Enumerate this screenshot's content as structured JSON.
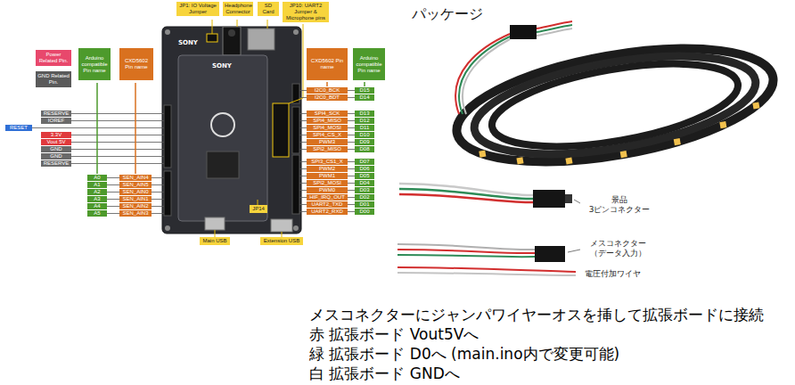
{
  "diagram": {
    "nodes": [
      {
        "text": [
          "JP1: IO Voltage Jumper"
        ]
      },
      {
        "text": [
          "Headphone Connector"
        ]
      },
      {
        "text": [
          "SD Card"
        ]
      },
      {
        "text": [
          "JP10: UART2 Jumper & Microphone pins"
        ]
      },
      {
        "text": [
          "Power Related Pin."
        ]
      },
      {
        "text": [
          "GND Related Pin."
        ]
      },
      {
        "text": [
          "Arduino compatible Pin name"
        ]
      },
      {
        "text": [
          "CXD5602 Pin name"
        ]
      },
      {
        "text": [
          "CXD5602 Pin name"
        ]
      },
      {
        "text": [
          "Arduino compatible Pin name"
        ]
      },
      {
        "text": [
          "RESERVE"
        ]
      },
      {
        "text": [
          "IOREF"
        ]
      },
      {
        "text": [
          "RESET"
        ]
      },
      {
        "text": [
          "3.3V"
        ]
      },
      {
        "text": [
          "Vout 5V"
        ]
      },
      {
        "text": [
          "GND"
        ]
      },
      {
        "text": [
          "GND"
        ]
      },
      {
        "text": [
          "RESERVE"
        ]
      },
      {
        "text": [
          "A0"
        ]
      },
      {
        "text": [
          "A1"
        ]
      },
      {
        "text": [
          "A2"
        ]
      },
      {
        "text": [
          "A3"
        ]
      },
      {
        "text": [
          "A4"
        ]
      },
      {
        "text": [
          "A5"
        ]
      },
      {
        "text": [
          "SEN_AIN4"
        ]
      },
      {
        "text": [
          "SEN_AIN5"
        ]
      },
      {
        "text": [
          "SEN_AIN0"
        ]
      },
      {
        "text": [
          "SEN_AIN1"
        ]
      },
      {
        "text": [
          "SEN_AIN2"
        ]
      },
      {
        "text": [
          "SEN_AIN3"
        ]
      },
      {
        "text": [
          "I2C0_BCK"
        ]
      },
      {
        "text": [
          "I2C0_BDT"
        ]
      },
      {
        "text": [
          "SPI4_SCK"
        ]
      },
      {
        "text": [
          "SPI4_MISO"
        ]
      },
      {
        "text": [
          "SPI4_MOSI"
        ]
      },
      {
        "text": [
          "SPI4_CS_X"
        ]
      },
      {
        "text": [
          "PWM3"
        ]
      },
      {
        "text": [
          "SPI2_MISO"
        ]
      },
      {
        "text": [
          "SPI3_CS1_X"
        ]
      },
      {
        "text": [
          "PWM2"
        ]
      },
      {
        "text": [
          "PWM1"
        ]
      },
      {
        "text": [
          "SPI2_MOSI"
        ]
      },
      {
        "text": [
          "PWM0"
        ]
      },
      {
        "text": [
          "HIF_IRQ_OUT"
        ]
      },
      {
        "text": [
          "UART2_TXD"
        ]
      },
      {
        "text": [
          "UART2_RXD"
        ]
      },
      {
        "text": [
          "D15"
        ]
      },
      {
        "text": [
          "D14"
        ]
      },
      {
        "text": [
          "D13"
        ]
      },
      {
        "text": [
          "D12"
        ]
      },
      {
        "text": [
          "D11"
        ]
      },
      {
        "text": [
          "D10"
        ]
      },
      {
        "text": [
          "D09"
        ]
      },
      {
        "text": [
          "D08"
        ]
      },
      {
        "text": [
          "D07"
        ]
      },
      {
        "text": [
          "D06"
        ]
      },
      {
        "text": [
          "D05"
        ]
      },
      {
        "text": [
          "D04"
        ]
      },
      {
        "text": [
          "D03"
        ]
      },
      {
        "text": [
          "D02"
        ]
      },
      {
        "text": [
          "D01"
        ]
      },
      {
        "text": [
          "D00"
        ]
      },
      {
        "text": [
          "Main USB"
        ]
      },
      {
        "text": [
          "JP14"
        ]
      },
      {
        "text": [
          "Extension USB"
        ]
      }
    ],
    "edges": [
      {
        "from": 18,
        "to": 24,
        "arrow": "none"
      },
      {
        "from": 19,
        "to": 25,
        "arrow": "none"
      },
      {
        "from": 20,
        "to": 26,
        "arrow": "none"
      },
      {
        "from": 21,
        "to": 27,
        "arrow": "none"
      },
      {
        "from": 22,
        "to": 28,
        "arrow": "none"
      },
      {
        "from": 23,
        "to": 29,
        "arrow": "none"
      },
      {
        "from": 46,
        "to": 30,
        "arrow": "none"
      },
      {
        "from": 47,
        "to": 31,
        "arrow": "none"
      },
      {
        "from": 48,
        "to": 32,
        "arrow": "none"
      },
      {
        "from": 49,
        "to": 33,
        "arrow": "none"
      },
      {
        "from": 50,
        "to": 34,
        "arrow": "none"
      },
      {
        "from": 51,
        "to": 35,
        "arrow": "none"
      },
      {
        "from": 52,
        "to": 36,
        "arrow": "none"
      },
      {
        "from": 53,
        "to": 37,
        "arrow": "none"
      },
      {
        "from": 54,
        "to": 38,
        "arrow": "none"
      },
      {
        "from": 55,
        "to": 39,
        "arrow": "none"
      },
      {
        "from": 56,
        "to": 40,
        "arrow": "none"
      },
      {
        "from": 57,
        "to": 41,
        "arrow": "none"
      },
      {
        "from": 58,
        "to": 42,
        "arrow": "none"
      },
      {
        "from": 59,
        "to": 43,
        "arrow": "none"
      },
      {
        "from": 60,
        "to": 44,
        "arrow": "none"
      },
      {
        "from": 61,
        "to": 45,
        "arrow": "none"
      }
    ],
    "labels": [
      "SONY",
      "SONY",
      "パッケージ",
      "景品 3ピンコネクター",
      "メスコネクター （データ入力）",
      "電圧付加ワイヤ",
      "メスコネクターにジャンパワイヤーオスを挿して拡張ボードに接続",
      "赤 拡張ボード Vout5Vへ",
      "緑 拡張ボード D0へ (main.ino内で変更可能)",
      "白 拡張ボード GNDへ"
    ]
  }
}
